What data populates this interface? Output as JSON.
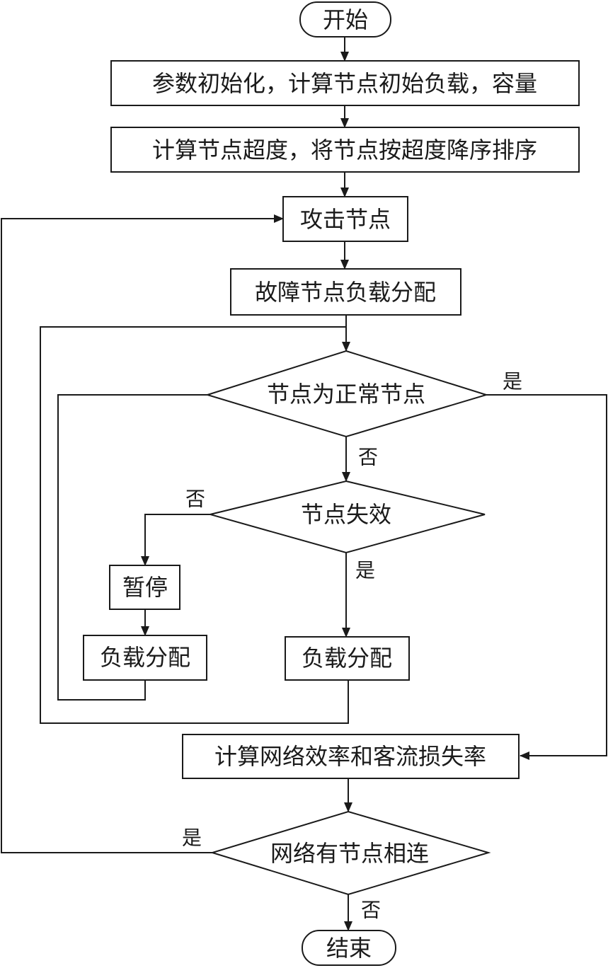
{
  "nodes": {
    "start": "开始",
    "init": "参数初始化，计算节点初始负载，容量",
    "sort": "计算节点超度，将节点按超度降序排序",
    "attack": "攻击节点",
    "fault_dist": "故障节点负载分配",
    "normal_check": "节点为正常节点",
    "fail_check": "节点失效",
    "pause": "暂停",
    "dist_left": "负载分配",
    "dist_right": "负载分配",
    "compute": "计算网络效率和客流损失率",
    "connected_check": "网络有节点相连",
    "end": "结束"
  },
  "edge_labels": {
    "normal_yes": "是",
    "normal_no": "否",
    "fail_no": "否",
    "fail_yes": "是",
    "connected_yes": "是",
    "connected_no": "否"
  }
}
